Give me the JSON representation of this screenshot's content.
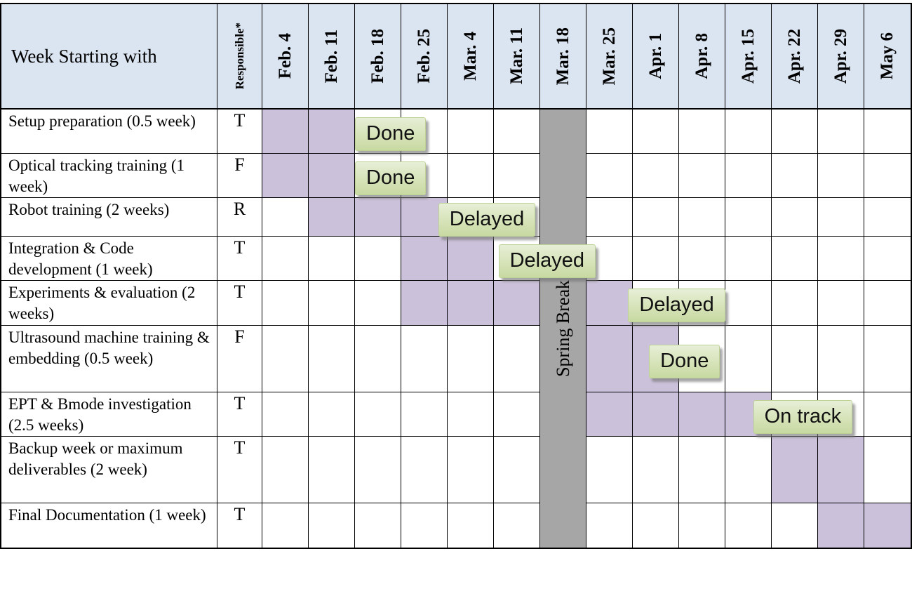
{
  "colors": {
    "header_bg": "#dbe5f1",
    "fill": "#ccc1da",
    "spring_break_bg": "#a6a6a6",
    "badge_top": "#e7efd7",
    "badge_bottom": "#c8d9a2",
    "badge_border": "#bdd395",
    "grid_line": "#000000"
  },
  "chart_data": {
    "type": "table",
    "subtype": "gantt",
    "corner_header": "Week Starting with",
    "responsible_header": "Responsible*",
    "weeks": [
      "Feb. 4",
      "Feb. 11",
      "Feb. 18",
      "Feb. 25",
      "Mar. 4",
      "Mar. 11",
      "Mar. 18",
      "Mar. 25",
      "Apr. 1",
      "Apr. 8",
      "Apr. 15",
      "Apr. 22",
      "Apr. 29",
      "May 6"
    ],
    "spring_break": {
      "label": "Spring Break",
      "week": "Mar. 18",
      "week_index": 6
    },
    "tasks": [
      {
        "label": "Setup preparation (0.5 week)",
        "responsible": "T",
        "filled_weeks": [
          0,
          1
        ],
        "status": {
          "label": "Done",
          "at_week": 2
        }
      },
      {
        "label": "Optical tracking training (1 week)",
        "responsible": "F",
        "filled_weeks": [
          0,
          1
        ],
        "status": {
          "label": "Done",
          "at_week": 2
        }
      },
      {
        "label": "Robot training (2 weeks)",
        "responsible": "R",
        "filled_weeks": [
          1,
          2,
          3
        ],
        "status": {
          "label": "Delayed",
          "at_week": 3.8
        }
      },
      {
        "label": "Integration & Code development (1 week)",
        "responsible": "T",
        "filled_weeks": [
          3,
          4
        ],
        "status": {
          "label": "Delayed",
          "at_week": 5.1
        }
      },
      {
        "label": "Experiments & evaluation (2 weeks)",
        "responsible": "T",
        "filled_weeks": [
          3,
          4,
          5,
          7
        ],
        "status": {
          "label": "Delayed",
          "at_week": 7.9
        }
      },
      {
        "label": "Ultrasound machine training & embedding (0.5 week)",
        "responsible": "F",
        "filled_weeks": [
          7,
          8
        ],
        "status": {
          "label": "Done",
          "at_week": 8.35
        }
      },
      {
        "label": "EPT & Bmode investigation (2.5 weeks)",
        "responsible": "T",
        "filled_weeks": [
          7,
          8,
          9,
          10
        ],
        "status": {
          "label": "On track",
          "at_week": 10.6
        }
      },
      {
        "label": "Backup week or maximum deliverables (2 week)",
        "responsible": "T",
        "filled_weeks": [
          11,
          12
        ],
        "status": null
      },
      {
        "label": "Final Documentation (1 week)",
        "responsible": "T",
        "filled_weeks": [
          12,
          13
        ],
        "status": null
      }
    ]
  }
}
